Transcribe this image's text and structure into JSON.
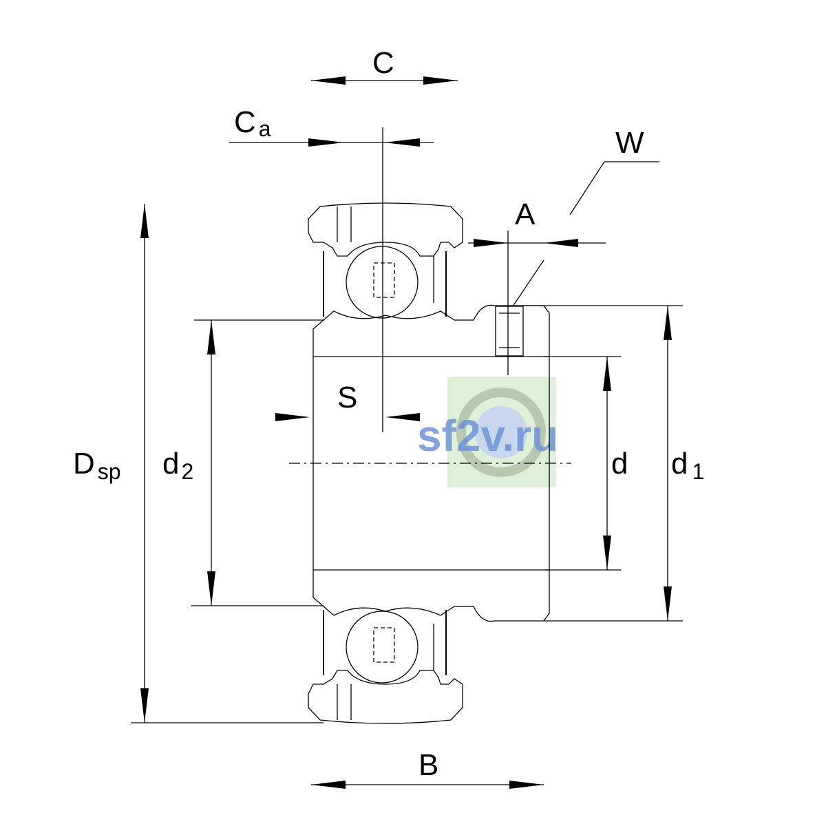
{
  "labels": {
    "C": "C",
    "Ca_main": "C",
    "Ca_sub": "a",
    "W": "W",
    "A": "A",
    "S": "S",
    "Dsp_main": "D",
    "Dsp_sub": "sp",
    "d2_main": "d",
    "d2_sub": "2",
    "d": "d",
    "d1_main": "d",
    "d1_sub": "1",
    "B": "B"
  },
  "watermark": {
    "text": "sf2v.ru"
  },
  "colors": {
    "line": "#000000",
    "watermark_text": "#6f93d6",
    "watermark_bg": "#dff0d8"
  }
}
